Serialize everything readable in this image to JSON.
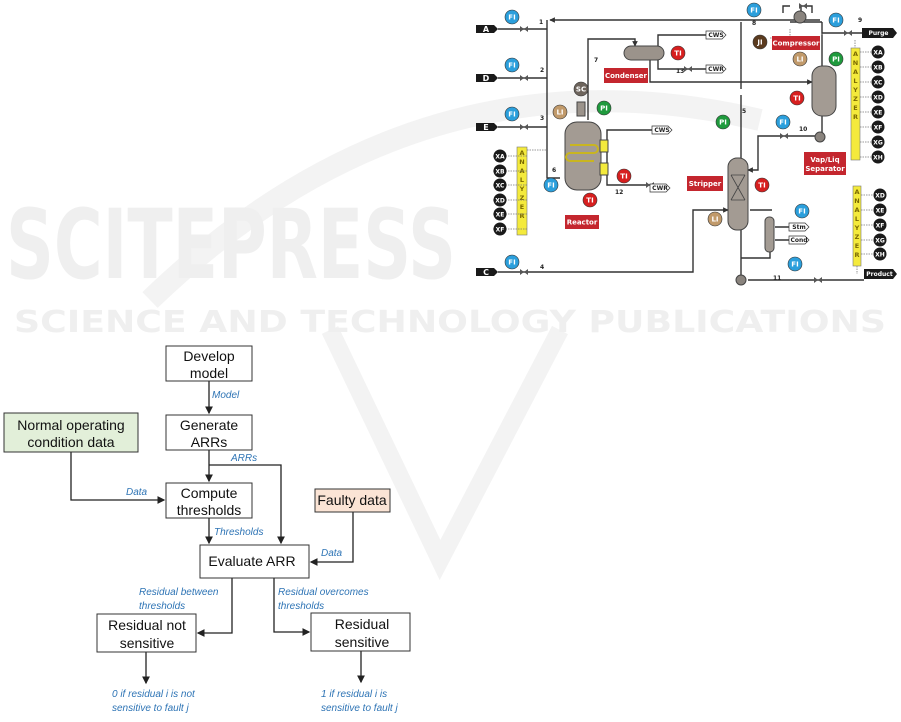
{
  "watermark": {
    "brand": "SCITEPRESS",
    "tagline": "SCIENCE AND TECHNOLOGY PUBLICATIONS"
  },
  "process_diagram": {
    "feeds": [
      "A",
      "D",
      "E",
      "C"
    ],
    "outlets": [
      "Purge",
      "Product"
    ],
    "utility_tags": [
      "CWS",
      "CWR",
      "CWS",
      "CWR",
      "Stm",
      "Cond"
    ],
    "units": [
      "Condenser",
      "Reactor",
      "Stripper",
      "Compressor",
      "Vap/Liq",
      "Separator"
    ],
    "instruments": [
      "FI",
      "FI",
      "FI",
      "FI",
      "FI",
      "SC",
      "LI",
      "PI",
      "TI",
      "TI",
      "TI",
      "PI",
      "TI",
      "LI",
      "FI",
      "JI",
      "FI",
      "LI",
      "PI",
      "TI",
      "FI",
      "FI",
      "FI"
    ],
    "stream_numbers": [
      "1",
      "2",
      "3",
      "4",
      "5",
      "6",
      "7",
      "8",
      "9",
      "10",
      "11",
      "12",
      "13"
    ],
    "analyzer_label": "ANALYZER",
    "analyzers": {
      "left": [
        "XA",
        "XB",
        "XC",
        "XD",
        "XE",
        "XF"
      ],
      "right_top": [
        "XA",
        "XB",
        "XC",
        "XD",
        "XE",
        "XF",
        "XG",
        "XH"
      ],
      "right_bottom": [
        "XD",
        "XE",
        "XF",
        "XG",
        "XH"
      ]
    },
    "colors": {
      "FI": "#2b9fdc",
      "TI": "#d71f1f",
      "PI": "#1f9a3d",
      "LI": "#c19a6b",
      "SC": "#6d645c",
      "JI": "#5b3b1f",
      "unit": "#c4262e",
      "analyzer": "#f4ea3c"
    }
  },
  "flowchart": {
    "boxes": {
      "develop_model": [
        "Develop",
        "model"
      ],
      "generate_arrs": [
        "Generate",
        "ARRs"
      ],
      "normal_data": [
        "Normal operating",
        "condition data"
      ],
      "compute_thresholds": [
        "Compute",
        "thresholds"
      ],
      "faulty_data": "Faulty data",
      "evaluate_arr": "Evaluate ARR",
      "residual_not_sensitive": [
        "Residual not",
        "sensitive"
      ],
      "residual_sensitive": [
        "Residual",
        "sensitive"
      ]
    },
    "edge_labels": {
      "model": "Model",
      "arrs": "ARRs",
      "data_normal": "Data",
      "thresholds": "Thresholds",
      "data_faulty": "Data",
      "between": [
        "Residual between",
        "thresholds"
      ],
      "overcomes": [
        "Residual overcomes",
        "thresholds"
      ]
    },
    "outputs": {
      "zero": [
        "0 if residual i is not",
        "sensitive to fault j"
      ],
      "one": [
        "1 if residual i is",
        "sensitive to fault j"
      ]
    },
    "colors": {
      "normal_fill": "#e2efd9",
      "faulty_fill": "#fbe4d5",
      "label": "#2e74b5"
    }
  }
}
